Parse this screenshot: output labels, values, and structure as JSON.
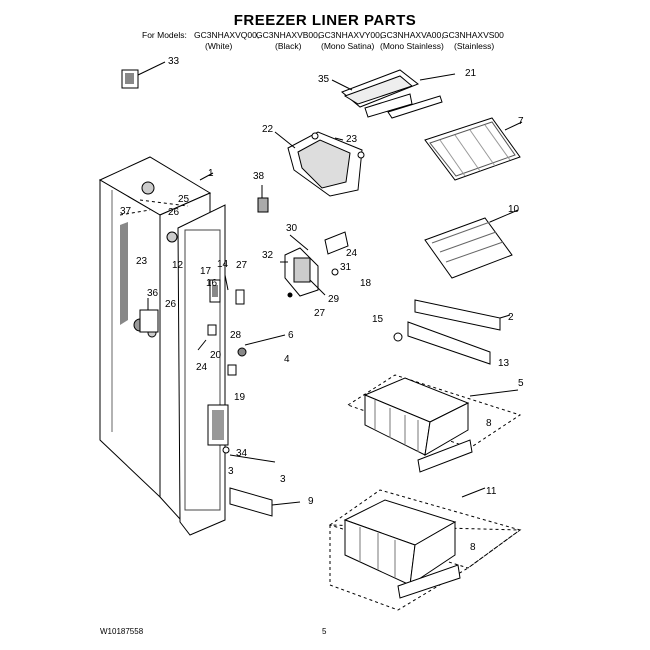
{
  "title": "FREEZER LINER PARTS",
  "models_prefix": "For Models:",
  "models": [
    "GC3NHAXVQ00,",
    "GC3NHAXVB00,",
    "GC3NHAXVY00,",
    "GC3NHAXVA00,",
    "GC3NHAXVS00"
  ],
  "colors": [
    "(White)",
    "(Black)",
    "(Mono Satina)",
    "(Mono Stainless)",
    "(Stainless)"
  ],
  "footer": {
    "doc_number": "W10187558",
    "page": "5"
  },
  "callouts": [
    "33",
    "35",
    "21",
    "22",
    "23",
    "7",
    "1",
    "38",
    "25",
    "37",
    "26",
    "10",
    "30",
    "24",
    "23",
    "12",
    "32",
    "31",
    "17",
    "14",
    "27",
    "18",
    "16",
    "29",
    "36",
    "27",
    "26",
    "28",
    "2",
    "15",
    "6",
    "20",
    "4",
    "13",
    "24",
    "19",
    "5",
    "8",
    "34",
    "3",
    "3",
    "9",
    "11",
    "8"
  ]
}
